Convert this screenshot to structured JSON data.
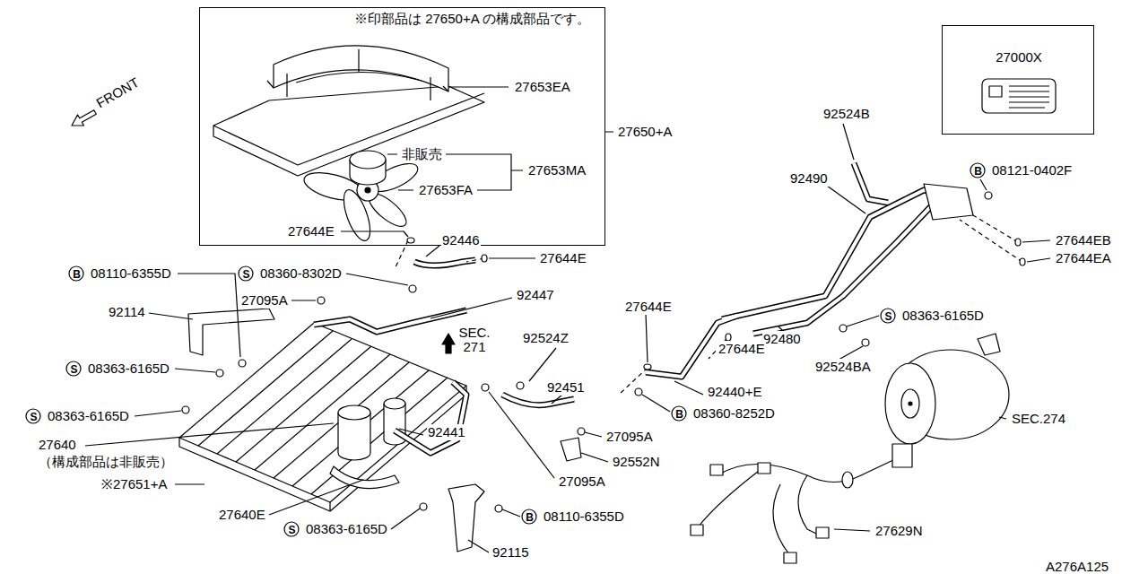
{
  "diagram": {
    "nodes": [
      {
        "text": [
          "※印部品は 27650+A の構成部品です。"
        ]
      },
      {
        "text": [
          "27000X"
        ]
      }
    ],
    "labels": [
      "FRONT",
      "27653EA",
      "非販売",
      "27653FA",
      "27653MA",
      "27650+A",
      "92524B",
      "92490",
      "B",
      "08121-0402F",
      "27644EB",
      "27644EA",
      "27644E",
      "92446",
      "27644E",
      "B",
      "08110-6355D",
      "S",
      "08360-8302D",
      "27095A",
      "92447",
      "92114",
      "27644E",
      "S",
      "08363-6165D",
      "SEC. 271",
      "92524Z",
      "92480",
      "27644E",
      "92524BA",
      "S",
      "08363-6165D",
      "92451",
      "92440+E",
      "B",
      "08360-8252D",
      "S",
      "08363-6165D",
      "SEC.274",
      "92441",
      "27640",
      "（構成部品は非販売）",
      "27095A",
      "92552N",
      "※27651+A",
      "27095A",
      "27640E",
      "B",
      "08110-6355D",
      "S",
      "08363-6165D",
      "27629N",
      "92115",
      "A276A125"
    ]
  }
}
